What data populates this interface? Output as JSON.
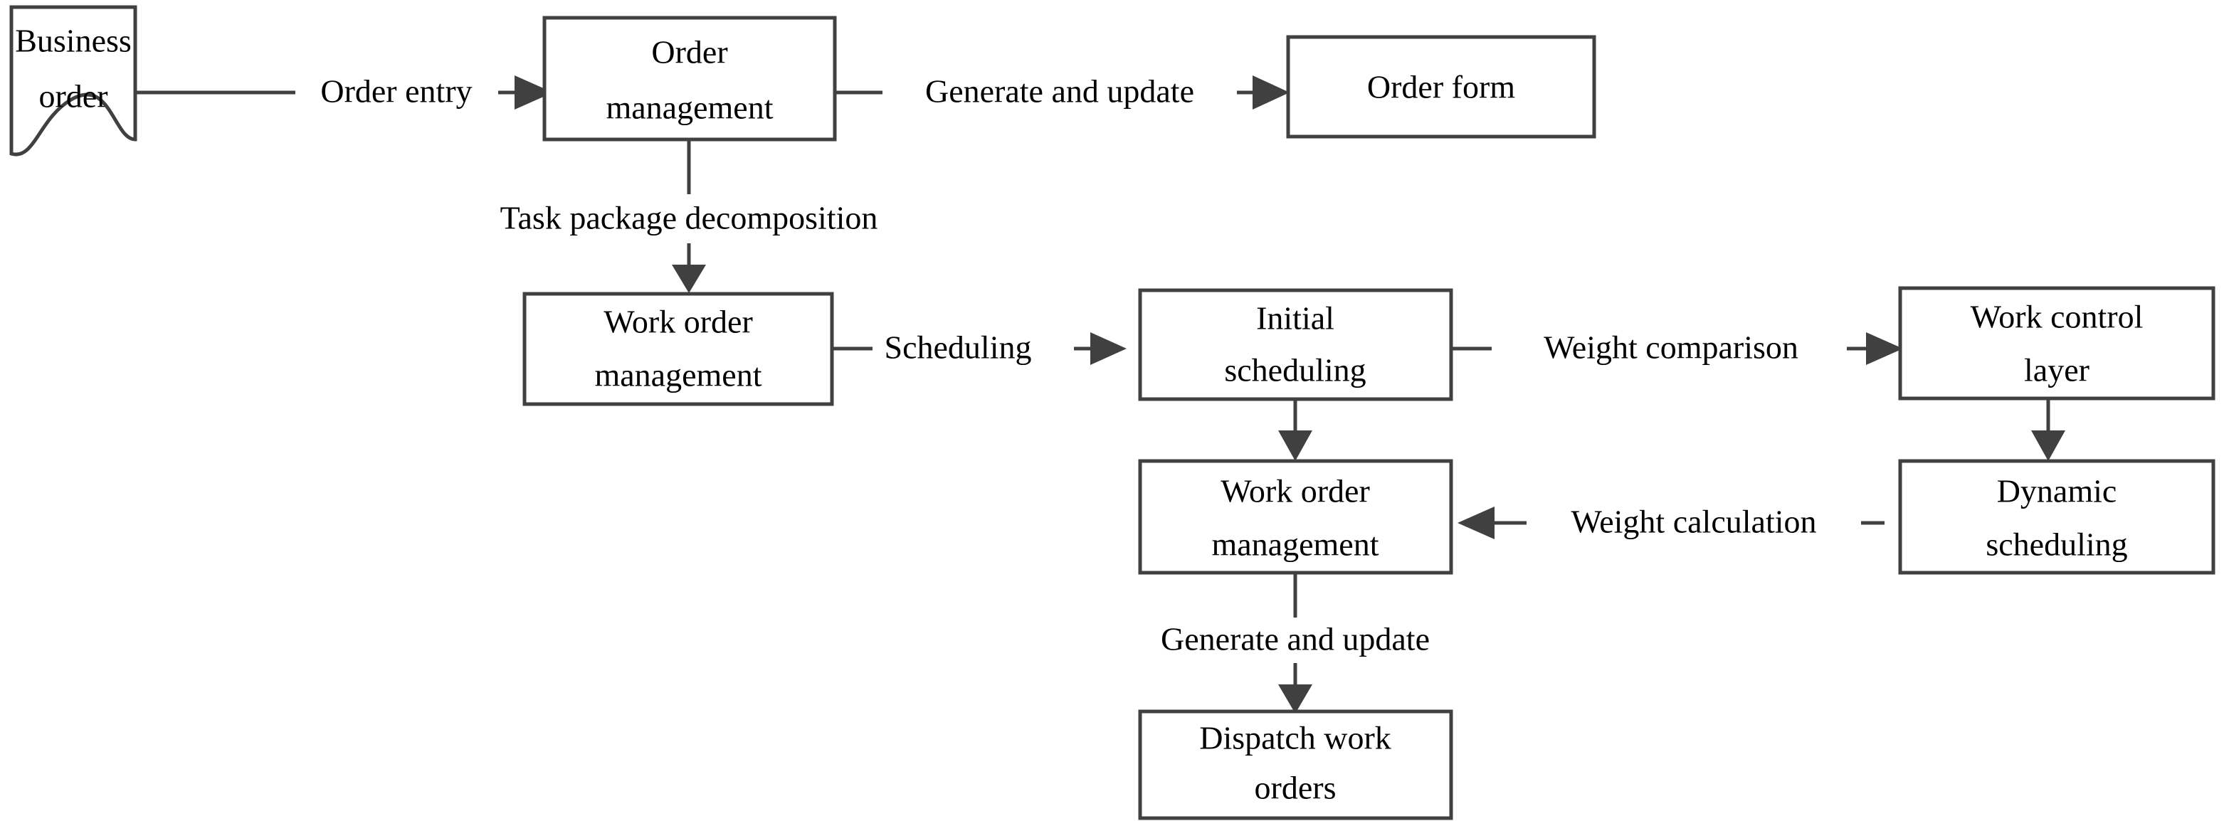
{
  "diagram": {
    "title": "Order and work order scheduling flowchart",
    "background_color": "#ffffff",
    "line_color": "#404040",
    "text_color": "#000000",
    "nodes": [
      {
        "id": "business-order",
        "shape": "document",
        "line1": "Business",
        "line2": "order"
      },
      {
        "id": "order-management",
        "shape": "rectangle",
        "line1": "Order",
        "line2": "management"
      },
      {
        "id": "order-form",
        "shape": "rectangle",
        "line1": "Order form",
        "line2": ""
      },
      {
        "id": "work-order-management",
        "shape": "rectangle",
        "line1": "Work order",
        "line2": "management"
      },
      {
        "id": "initial-scheduling",
        "shape": "rectangle",
        "line1": "Initial",
        "line2": "scheduling"
      },
      {
        "id": "work-control-layer",
        "shape": "rectangle",
        "line1": "Work control",
        "line2": "layer"
      },
      {
        "id": "work-order-management-2",
        "shape": "rectangle",
        "line1": "Work order",
        "line2": "management"
      },
      {
        "id": "dynamic-scheduling",
        "shape": "rectangle",
        "line1": "Dynamic",
        "line2": "scheduling"
      },
      {
        "id": "dispatch-work-orders",
        "shape": "rectangle",
        "line1": "Dispatch work",
        "line2": "orders"
      }
    ],
    "edges": [
      {
        "id": "order-entry",
        "label": "Order entry",
        "from": "business-order",
        "to": "order-management",
        "direction": "right"
      },
      {
        "id": "generate-and-update-top",
        "label": "Generate and update",
        "from": "order-management",
        "to": "order-form",
        "direction": "right"
      },
      {
        "id": "task-package-decomposition",
        "label": "Task package decomposition",
        "from": "order-management",
        "to": "work-order-management",
        "direction": "down"
      },
      {
        "id": "scheduling",
        "label": "Scheduling",
        "from": "work-order-management",
        "to": "initial-scheduling",
        "direction": "right"
      },
      {
        "id": "weight-comparison",
        "label": "Weight comparison",
        "from": "initial-scheduling",
        "to": "work-control-layer",
        "direction": "right"
      },
      {
        "id": "initial-to-work-order",
        "label": "",
        "from": "initial-scheduling",
        "to": "work-order-management-2",
        "direction": "down"
      },
      {
        "id": "control-to-dynamic",
        "label": "",
        "from": "work-control-layer",
        "to": "dynamic-scheduling",
        "direction": "down"
      },
      {
        "id": "weight-calculation",
        "label": "Weight calculation",
        "from": "dynamic-scheduling",
        "to": "work-order-management-2",
        "direction": "left"
      },
      {
        "id": "generate-and-update-bottom",
        "label": "Generate and update",
        "from": "work-order-management-2",
        "to": "dispatch-work-orders",
        "direction": "down"
      }
    ]
  }
}
